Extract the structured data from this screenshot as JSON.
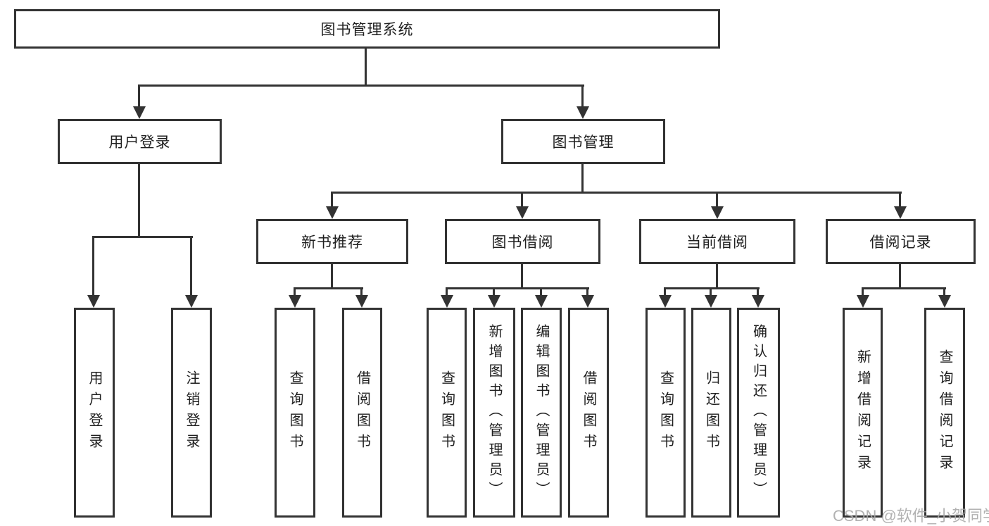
{
  "watermark": "CSDN @软件_小贺同学",
  "colors": {
    "line": "#333333",
    "text": "#1f1f1f",
    "background": "#ffffff",
    "watermark": "#a8a8a8"
  },
  "tree": {
    "root": {
      "label": "图书管理系统"
    },
    "branches": [
      {
        "label": "用户登录",
        "leaves": [
          {
            "label": "用户登录"
          },
          {
            "label": "注销登录"
          }
        ]
      },
      {
        "label": "图书管理",
        "sections": [
          {
            "label": "新书推荐",
            "leaves": [
              {
                "label": "查询图书"
              },
              {
                "label": "借阅图书"
              }
            ]
          },
          {
            "label": "图书借阅",
            "leaves": [
              {
                "label": "查询图书"
              },
              {
                "label": "新增图书（管理员）"
              },
              {
                "label": "编辑图书（管理员）"
              },
              {
                "label": "借阅图书"
              }
            ]
          },
          {
            "label": "当前借阅",
            "leaves": [
              {
                "label": "查询图书"
              },
              {
                "label": "归还图书"
              },
              {
                "label": "确认归还（管理员）"
              }
            ]
          },
          {
            "label": "借阅记录",
            "leaves": [
              {
                "label": "新增借阅记录"
              },
              {
                "label": "查询借阅记录"
              }
            ]
          }
        ]
      }
    ]
  }
}
